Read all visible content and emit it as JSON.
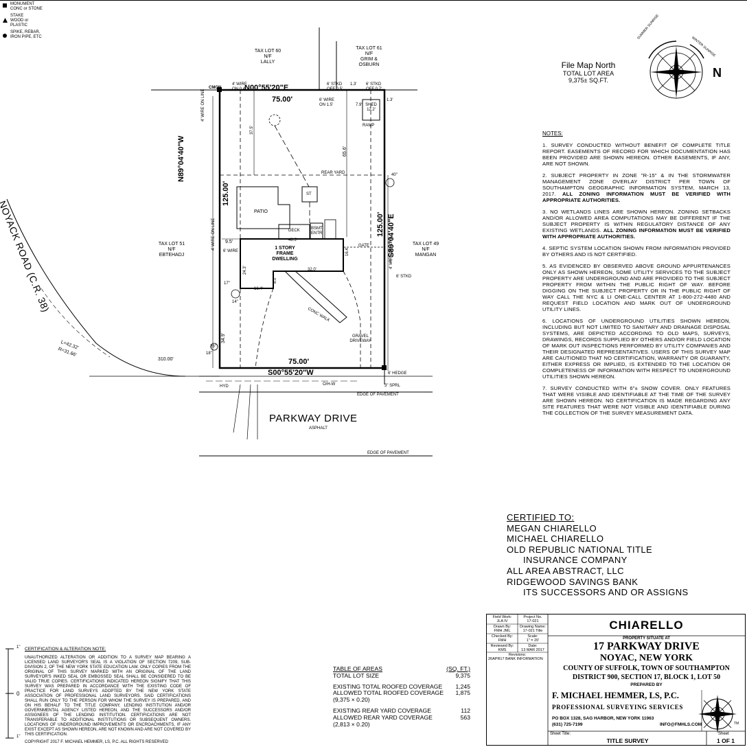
{
  "legend": {
    "monument": [
      "MONUMENT",
      "CONC or STONE"
    ],
    "stake": [
      "STAKE",
      "WOOD or",
      "PLASTIC"
    ],
    "spike": [
      "SPIKE, REBAR,",
      "IRON PIPE, ETC"
    ]
  },
  "map": {
    "tax_lot_60": [
      "TAX LOT 60",
      "N/F",
      "LALLY"
    ],
    "tax_lot_61": [
      "TAX LOT 61",
      "N/F",
      "GRIM &",
      "OSBURN"
    ],
    "tax_lot_51": [
      "TAX LOT 51",
      "N/F",
      "EBTEHADJ"
    ],
    "tax_lot_49": [
      "TAX LOT 49",
      "N/F",
      "MANGAN"
    ],
    "bearing_north": "N00°55'20\"E",
    "bearing_south": "S00°55'20\"W",
    "bearing_west": "N89°04'40\"W",
    "bearing_east": "S89°04'40\"E",
    "dist_north": "75.00'",
    "dist_south": "75.00'",
    "dist_west": "125.00'",
    "dist_east": "125.00'",
    "road_noyack": "NOYACK ROAD (C.R. 38)",
    "road_parkway": "PARKWAY DRIVE",
    "asphalt": "ASPHALT",
    "edge_pavement": "EDGE OF PAVEMENT",
    "edge_pavement_2": "EDGE OF PAVEMENT",
    "curve_l": "L=42.32'",
    "curve_r": "R=31.66'",
    "dist_310": "310.00'",
    "dwelling": [
      "1 STORY",
      "FRAME",
      "DWELLING"
    ],
    "patio": "PATIO",
    "deck": "DECK",
    "bsmt_entr": [
      "BSMT",
      "ENTR"
    ],
    "shed": [
      "SHED",
      "12.2'"
    ],
    "ramp": "RAMP",
    "st": "ST",
    "rear_yard": "REAR YARD",
    "gate": "GATE",
    "conc_walk": "CONC WALK",
    "gravel_driveway": [
      "GRAVEL",
      "DRIVEWAY"
    ],
    "cmon": "CMON",
    "wire_on_04": [
      "4' WIRE",
      "ON 0.4'"
    ],
    "stkd_05": [
      "6' STKD",
      "OFF 0.5'"
    ],
    "stkd_07": [
      "6' STKD",
      "OFF 0.7'"
    ],
    "wire_on_15": [
      "6' WIRE",
      "ON 1.5'"
    ],
    "wire_on_line_w": [
      "4' WIRE",
      "ON LINE"
    ],
    "wire_on_line_w2": [
      "4' WIRE",
      "ON LINE"
    ],
    "wire_6": "6' WIRE",
    "wire_on_line_e": [
      "4' WIRE",
      "ON LINE"
    ],
    "stkd_6": "6' STKD",
    "hedge_6": "6' HEDGE",
    "sprl": "3\" SPRL",
    "hyd": "HYD",
    "ohw": "O/H-W",
    "dims": {
      "d_37_5": "37.5'",
      "d_65_6": "65.6'",
      "d_13a": "1.3'",
      "d_13b": "1.3'",
      "d_79": "7.9'",
      "d_95": "9.5'",
      "d_483": "48.3'",
      "d_320": "32.0'",
      "d_164a": "16.4'",
      "d_164b": "16.4'",
      "d_243": "24.3'",
      "d_80": "8.0'",
      "d_349": "34.9'",
      "d_40": "40\"",
      "d_17": "17\"",
      "d_14": "14\"",
      "d_26": "26\"",
      "d_18": "18\"",
      "d_4": "4\""
    }
  },
  "north": {
    "title": "File Map North",
    "area_label": "TOTAL LOT AREA",
    "area_value": "9,375± SQ.FT.",
    "sunrise_summer": "SUMMER SUNRISE",
    "sunrise_winter": "WINTER SUNRISE",
    "letter": "N"
  },
  "notes": {
    "heading": "NOTES:",
    "items": [
      "1. SURVEY CONDUCTED WITHOUT BENEFIT OF COMPLETE TITLE REPORT. EASEMENTS OF RECORD FOR WHICH DOCUMENTATION HAS BEEN PROVIDED ARE SHOWN HEREON. OTHER EASEMENTS, IF ANY, ARE NOT SHOWN.",
      "2. SUBJECT PROPERTY IN ZONE \"R-15\" & IN THE STORMWATER MANAGEMENT ZONE OVERLAY DISTRICT PER TOWN OF SOUTHAMPTON GEOGRAPHIC INFORMATION SYSTEM, MARCH 13, 2017.",
      "3. NO WETLANDS LINES ARE SHOWN HEREON. ZONING SETBACKS AND/OR ALLOWED AREA COMPUTATIONS MAY BE DIFFERENT IF THE SUBJECT PROPERTY IS WITHIN REGULATORY DISTANCE OF ANY EXISTING WETLANDS.",
      "4. SEPTIC SYSTEM LOCATION SHOWN FROM INFORMATION PROVIDED BY OTHERS AND IS NOT CERTIFIED.",
      "5. AS EVIDENCED BY OBSERVED ABOVE GROUND APPURTENANCES ONLY AS SHOWN HEREON, SOME UTILITY SERVICES TO THE SUBJECT PROPERTY ARE UNDERGROUND AND ARE PROVIDED TO THE SUBJECT PROPERTY FROM WITHIN THE PUBLIC RIGHT OF WAY. BEFORE DIGGING ON THE SUBJECT PROPERTY OR IN THE PUBLIC RIGHT OF WAY CALL THE NYC & LI ONE-CALL CENTER AT 1-800-272-4480 AND REQUEST FIELD LOCATION AND MARK OUT OF UNDERGROUND UTILITY LINES.",
      "6. LOCATIONS OF UNDERGROUND UTILITIES SHOWN HEREON, INCLUDING BUT NOT LIMITED TO SANITARY AND DRAINAGE DISPOSAL SYSTEMS, ARE DEPICTED ACCORDING TO OLD MAPS, SURVEYS, DRAWINGS, RECORDS SUPPLIED BY OTHERS AND/OR FIELD LOCATION OF MARK OUT INSPECTIONS PERFORMED BY UTILITY COMPANIES AND THEIR DESIGNATED REPRESENTATIVES. USERS OF THIS SURVEY MAP ARE CAUTIONED THAT NO CERTIFICATION, WARRANTY OR GUARANTY, EITHER EXPRESS OR IMPLIED, IS EXTENDED TO THE LOCATION OR COMPLETENESS OF INFORMATION WITH RESPECT TO UNDERGROUND UTILITIES SHOWN HEREON.",
      "7. SURVEY CONDUCTED WITH 6\"± SNOW COVER. ONLY FEATURES THAT WERE VISIBLE AND IDENTIFIABLE AT THE TIME OF THE SURVEY ARE SHOWN HEREON. NO CERTIFICATION IS MADE REGARDING ANY SITE FEATURES THAT WERE NOT VISIBLE AND IDENTIFIABLE DURING THE COLLECTION OF THE SURVEY MEASUREMENT DATA."
    ],
    "bold_2": "ALL ZONING INFORMATION MUST BE VERIFIED WITH APPROPRIATE AUTHORITIES.",
    "bold_3": "ALL ZONING INFORMATION MUST BE VERIFIED WITH APPROPRIATE AUTHORITIES."
  },
  "certified": {
    "heading": "CERTIFIED TO:",
    "lines": [
      "MEGAN CHIARELLO",
      "MICHAEL CHIARELLO",
      "OLD REPUBLIC NATIONAL TITLE",
      "    INSURANCE COMPANY",
      "ALL AREA ABSTRACT, LLC",
      "RIDGEWOOD SAVINGS BANK",
      "    ITS SUCCESSORS AND OR ASSIGNS"
    ]
  },
  "cert_note": {
    "heading": "CERTIFICATION & ALTERATION NOTE:",
    "body": "UNAUTHORIZED ALTERATION OR ADDITION TO A SURVEY MAP BEARING A LICENSED LAND SURVEYOR'S SEAL IS A VIOLATION OF SECTION 7209, SUB-DIVISION 2, OF THE NEW YORK STATE EDUCATION LAW. ONLY COPIES FROM THE ORIGINAL OF THIS SURVEY MARKED WITH AN ORIGINAL OF THE LAND SURVEYOR'S INKED SEAL OR EMBOSSED SEAL SHALL BE CONSIDERED TO BE VALID TRUE COPIES. CERTIFICATIONS INDICATED HEREON SIGNIFY THAT THIS SURVEY WAS PREPARED IN ACCORDANCE WITH THE EXISTING CODE OF PRACTICE FOR LAND SURVEYS ADOPTED BY THE NEW YORK STATE ASSOCIATION OF PROFESSIONAL LAND SURVEYORS. SAID CERTIFICATIONS SHALL RUN ONLY TO THE PERSON FOR WHOM THE SURVEY IS PREPARED, AND ON HIS BEHALF TO THE TITLE COMPANY, LENDING INSTITUTION AND/OR GOVERNMENTAL AGENCY LISTED HEREON, AND THE SUCCESSORS AND/OR ASSIGNEES OF THE LENDING INSTITUTION. CERTIFICATIONS ARE NOT TRANSFERABLE TO ADDITIONAL INSTITUTIONS OR SUBSEQUENT OWNERS. LOCATIONS OF UNDERGROUND IMPROVEMENTS OR ENCROACHMENTS, IF ANY EXIST EXCEPT AS SHOWN HEREON, ARE NOT KNOWN AND ARE NOT COVERED BY THIS CERTIFICATION.",
    "copyright": "COPYRIGHT 2017 F. MICHAEL HEMMER, LS, P.C.   ALL RIGHTS RESERVED"
  },
  "scale": {
    "top": "1\"",
    "mid": "0",
    "bottom": "1\""
  },
  "areas": {
    "heading": "TABLE OF AREAS",
    "unit": "(SQ. FT.)",
    "rows": [
      {
        "label": "TOTAL LOT SIZE",
        "value": "9,375"
      },
      {
        "label": "EXISTING TOTAL ROOFED COVERAGE",
        "value": "1,245"
      },
      {
        "label": "ALLOWED TOTAL ROOFED COVERAGE",
        "value": "1,875"
      },
      {
        "label": "(9,375 × 0.20)",
        "value": ""
      },
      {
        "label": "EXISTING REAR YARD COVERAGE",
        "value": "112"
      },
      {
        "label": "ALLOWED REAR YARD COVERAGE",
        "value": "563"
      },
      {
        "label": "(2,813 × 0.20)",
        "value": ""
      }
    ]
  },
  "titleblock": {
    "field_work": [
      "Field Work:",
      "JLA IV"
    ],
    "project_no": [
      "Project No.",
      "17-021"
    ],
    "drawn_by": [
      "Drawn By:",
      "FMH JML"
    ],
    "drawing_name": [
      "Drawing Name:",
      "17-021 Title"
    ],
    "checked_by": [
      "Checked By:",
      "FMH"
    ],
    "scale": [
      "Scale:",
      "1\" = 20'"
    ],
    "reviewed_by": [
      "Reviewed By:",
      "KMS"
    ],
    "date": [
      "Date:",
      "13 MAR 2017"
    ],
    "revisions_label": "Revisions:",
    "revision_1": "26APR17 BANK INFORMATION",
    "client": "CHIARELLO",
    "property_situate": "PROPERTY SITUATE AT",
    "address": "17 PARKWAY DRIVE",
    "town": "NOYAC, NEW YORK",
    "county": "COUNTY OF SUFFOLK, TOWN OF SOUTHAMPTON",
    "district": "DISTRICT 900, SECTION 17, BLOCK 1, LOT 50",
    "prepared_by": "PREPARED BY",
    "firm": "F. MICHAEL HEMMER, LS, P.C.",
    "services": "PROFESSIONAL SURVEYING SERVICES",
    "address_firm": "PO BOX 1328, SAG HARBOR, NEW YORK 11963",
    "phone": "(631) 725-7199",
    "email": "INFO@FMHLS.COM",
    "tm": "TM",
    "sheet_title_label": "Sheet Title:",
    "sheet_title": "TITLE SURVEY",
    "sheet_label": "Sheet",
    "sheet": "1 OF 1"
  }
}
